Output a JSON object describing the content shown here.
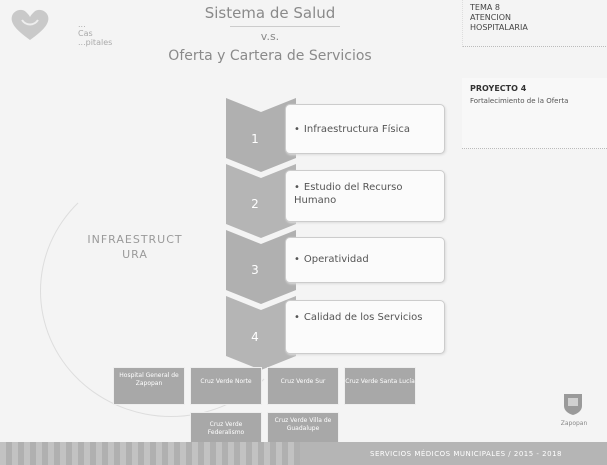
{
  "header": {
    "logo_text": [
      "...",
      "Cas",
      "...pitales"
    ],
    "title_line1": "Sistema de Salud",
    "title_line2": "v.s.",
    "title_line3": "Oferta y Cartera de Servicios"
  },
  "tema": {
    "label": "TEMA 8",
    "line2": "ATENCION",
    "line3": "HOSPITALARIA"
  },
  "proyecto": {
    "title": "PROYECTO 4",
    "subtitle": "Fortalecimiento de la Oferta"
  },
  "side_label": {
    "line1": "INFRAESTRUCT",
    "line2": "URA"
  },
  "steps": [
    {
      "number": "1",
      "text": "Infraestructura Física"
    },
    {
      "number": "2",
      "text": "Estudio del Recurso Humano"
    },
    {
      "number": "3",
      "text": "Operatividad"
    },
    {
      "number": "4",
      "text": "Calidad de los Servicios"
    }
  ],
  "hospitals_row1": [
    "Hospital General de Zapopan",
    "Cruz Verde Norte",
    "Cruz Verde Sur",
    "Cruz Verde Santa Lucía"
  ],
  "hospitals_row2": [
    "Cruz Verde Federalismo",
    "Cruz Verde Villa de Guadalupe"
  ],
  "bullet": "•",
  "footer": {
    "text": "SERVICIOS MÉDICOS MUNICIPALES / 2015 - 2018"
  },
  "emblem_label": "Zapopan",
  "colors": {
    "chevron": "#b0b0b0",
    "box_border": "#cccccc",
    "hospital_box": "#a8a8a8",
    "footer": "#b5b5b5"
  }
}
